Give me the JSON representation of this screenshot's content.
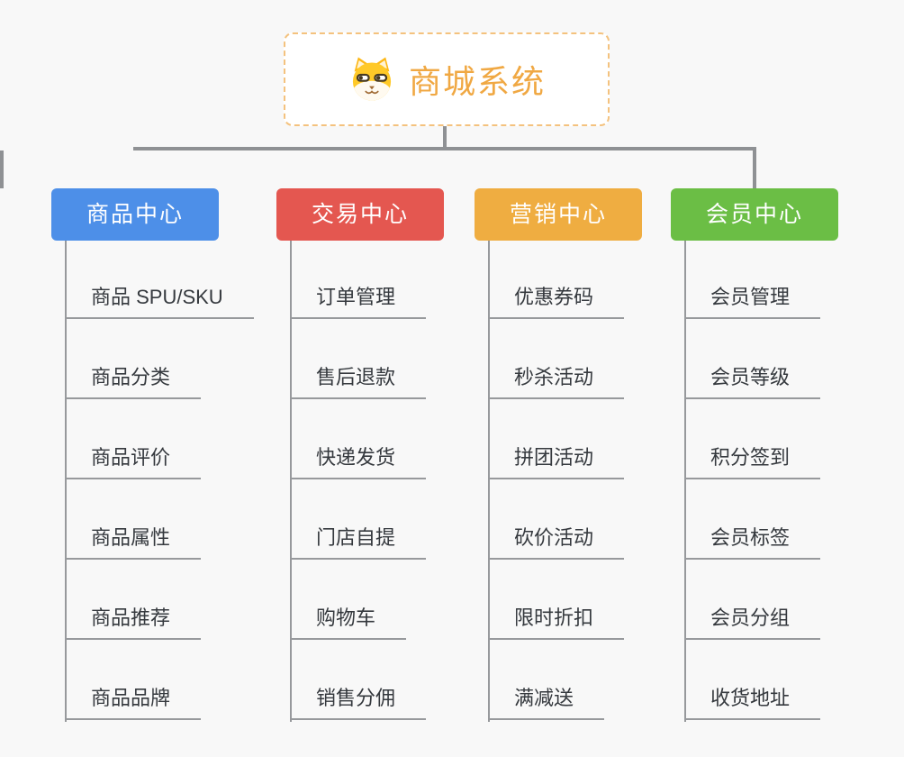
{
  "root": {
    "title": "商城系统",
    "icon": "dog-face-icon",
    "title_color": "#f0a843",
    "border_color": "#f4c27e"
  },
  "connector_color": "#8f9194",
  "branches": [
    {
      "label": "商品中心",
      "color": "#4d8fe8",
      "items": [
        "商品 SPU/SKU",
        "商品分类",
        "商品评价",
        "商品属性",
        "商品推荐",
        "商品品牌"
      ]
    },
    {
      "label": "交易中心",
      "color": "#e45750",
      "items": [
        "订单管理",
        "售后退款",
        "快递发货",
        "门店自提",
        "购物车",
        "销售分佣"
      ]
    },
    {
      "label": "营销中心",
      "color": "#efad41",
      "items": [
        "优惠券码",
        "秒杀活动",
        "拼团活动",
        "砍价活动",
        "限时折扣",
        "满减送"
      ]
    },
    {
      "label": "会员中心",
      "color": "#6bbe45",
      "items": [
        "会员管理",
        "会员等级",
        "积分签到",
        "会员标签",
        "会员分组",
        "收货地址"
      ]
    }
  ]
}
